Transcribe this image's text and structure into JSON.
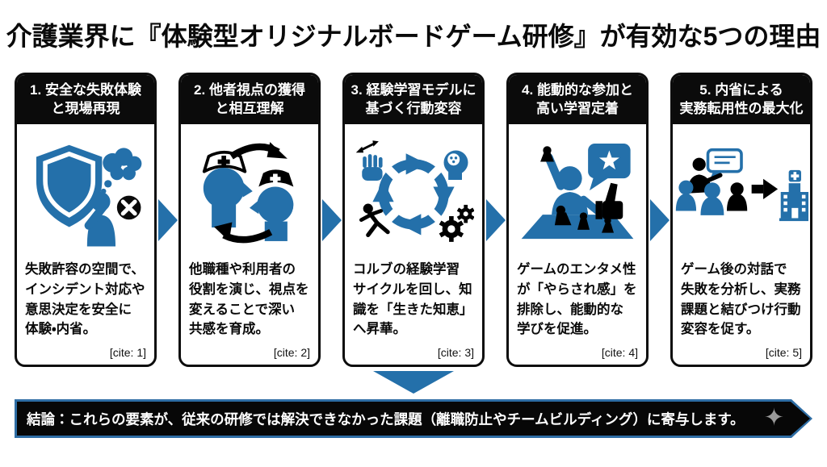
{
  "page": {
    "title": "介護業界に『体験型オリジナルボードゲーム研修』が有効な5つの理由"
  },
  "colors": {
    "accent_blue": "#2470aa",
    "header_black": "#0b0b0b",
    "bar_border_blue": "#2e6da4",
    "bar_black": "#070707",
    "sparkle_gray": "#9a9a9a"
  },
  "cards": [
    {
      "header": "1. 安全な失敗体験\nと現場再現",
      "icon": "shield-failure-reflection-icon",
      "body": "失敗許容の空間で、\nインシデント対応や\n意思決定を安全に\n体験・内省。",
      "cite": "[cite: 1]"
    },
    {
      "header": "2. 他者視点の獲得\nと相互理解",
      "icon": "perspective-swap-icon",
      "body": "他職種や利用者の\n役割を演じ、視点を\n変えることで深い\n共感を育成。",
      "cite": "[cite: 2]"
    },
    {
      "header": "3. 経験学習モデルに\n基づく行動変容",
      "icon": "experiential-learning-cycle-icon",
      "body": "コルブの経験学習\nサイクルを回し、知\n識を「生きた知恵」\nへ昇華。",
      "cite": "[cite: 3]"
    },
    {
      "header": "4. 能動的な参加と\n高い学習定着",
      "icon": "active-game-participation-icon",
      "body": "ゲームのエンタメ性\nが「やらされ感」を\n排除し、能動的な\n学びを促進。",
      "cite": "[cite: 4]"
    },
    {
      "header": "5. 内省による\n実務転用性の最大化",
      "icon": "dialogue-to-practice-icon",
      "body": "ゲーム後の対話で\n失敗を分析し、実務\n課題と結びつけ行動\n変容を促す。",
      "cite": "[cite: 5]"
    }
  ],
  "conclusion": {
    "text": "結論：これらの要素が、従来の研修では解決できなかった課題（離職防止やチームビルディング）に寄与します。",
    "sparkle": "✦"
  }
}
